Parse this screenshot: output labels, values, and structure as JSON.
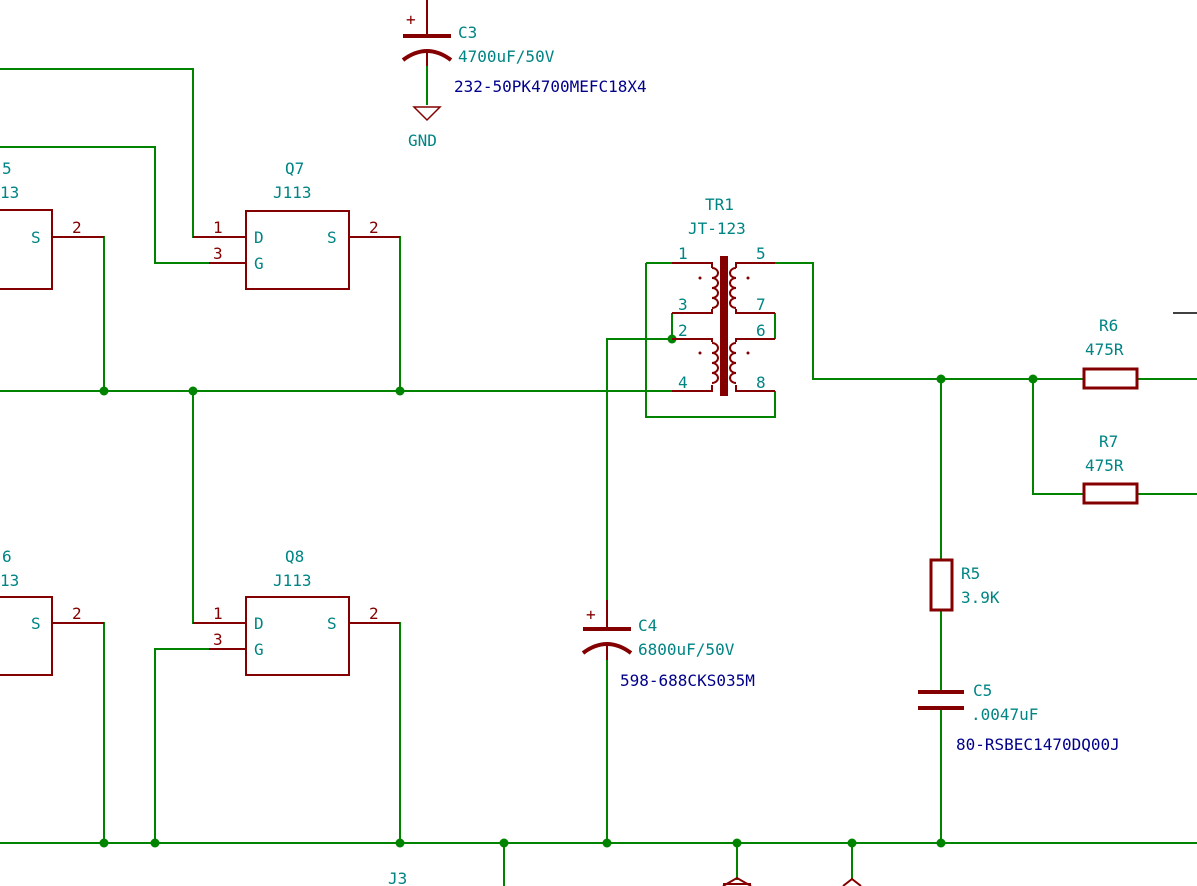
{
  "components": {
    "c3": {
      "ref": "C3",
      "value": "4700uF/50V",
      "part": "232-50PK4700MEFC18X4",
      "polarity": "+"
    },
    "gnd": {
      "label": "GND"
    },
    "q7": {
      "ref": "Q7",
      "value": "J113",
      "pin_d": "1",
      "pin_g": "3",
      "pin_s": "2",
      "name_d": "D",
      "name_g": "G",
      "name_s": "S"
    },
    "q8": {
      "ref": "Q8",
      "value": "J113",
      "pin_d": "1",
      "pin_g": "3",
      "pin_s": "2",
      "name_d": "D",
      "name_g": "G",
      "name_s": "S"
    },
    "q5_partial": {
      "ref_fragment": "5",
      "value_fragment": "13",
      "name_s": "S",
      "pin_s": "2"
    },
    "q6_partial": {
      "ref_fragment": "6",
      "value_fragment": "13",
      "name_s": "S",
      "pin_s": "2"
    },
    "tr1": {
      "ref": "TR1",
      "value": "JT-123",
      "pins": {
        "p1": "1",
        "p3": "3",
        "p2": "2",
        "p4": "4",
        "p5": "5",
        "p7": "7",
        "p6": "6",
        "p8": "8"
      }
    },
    "c4": {
      "ref": "C4",
      "value": "6800uF/50V",
      "part": "598-688CKS035M",
      "polarity": "+"
    },
    "r5": {
      "ref": "R5",
      "value": "3.9K"
    },
    "c5": {
      "ref": "C5",
      "value": ".0047uF",
      "part": "80-RSBEC1470DQ00J"
    },
    "r6": {
      "ref": "R6",
      "value": "475R"
    },
    "r7": {
      "ref": "R7",
      "value": "475R"
    },
    "j3": {
      "ref": "J3"
    }
  },
  "colors": {
    "wire": "#008400",
    "symbol": "#840000",
    "reference": "#008484",
    "part_number": "#00008b",
    "background": "#ffffff"
  }
}
